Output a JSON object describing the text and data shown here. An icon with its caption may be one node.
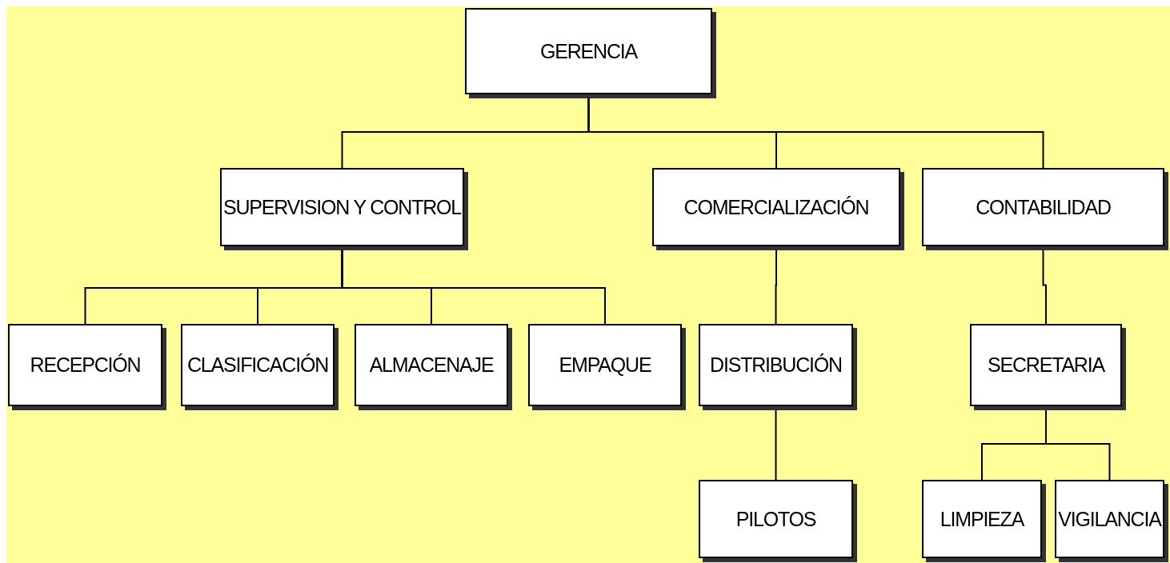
{
  "diagram": {
    "nodes": [
      {
        "text": [
          "GERENCIA"
        ]
      },
      {
        "text": [
          "SUPERVISION Y CONTROL"
        ]
      },
      {
        "text": [
          "COMERCIALIZACIÓN"
        ]
      },
      {
        "text": [
          "CONTABILIDAD"
        ]
      },
      {
        "text": [
          "RECEPCIÓN"
        ]
      },
      {
        "text": [
          "CLASIFICACIÓN"
        ]
      },
      {
        "text": [
          "ALMACENAJE"
        ]
      },
      {
        "text": [
          "EMPAQUE"
        ]
      },
      {
        "text": [
          "DISTRIBUCIÓN"
        ]
      },
      {
        "text": [
          "SECRETARIA"
        ]
      },
      {
        "text": [
          "PILOTOS"
        ]
      },
      {
        "text": [
          "LIMPIEZA"
        ]
      },
      {
        "text": [
          "VIGILANCIA"
        ]
      }
    ],
    "edges": [
      {
        "from": 0,
        "to": 1,
        "arrow": "none"
      },
      {
        "from": 0,
        "to": 2,
        "arrow": "none"
      },
      {
        "from": 0,
        "to": 3,
        "arrow": "none"
      },
      {
        "from": 1,
        "to": 4,
        "arrow": "none"
      },
      {
        "from": 1,
        "to": 5,
        "arrow": "none"
      },
      {
        "from": 1,
        "to": 6,
        "arrow": "none"
      },
      {
        "from": 1,
        "to": 7,
        "arrow": "none"
      },
      {
        "from": 2,
        "to": 8,
        "arrow": "none"
      },
      {
        "from": 8,
        "to": 10,
        "arrow": "none"
      },
      {
        "from": 3,
        "to": 9,
        "arrow": "none"
      },
      {
        "from": 9,
        "to": 11,
        "arrow": "none"
      },
      {
        "from": 9,
        "to": 12,
        "arrow": "none"
      }
    ]
  }
}
